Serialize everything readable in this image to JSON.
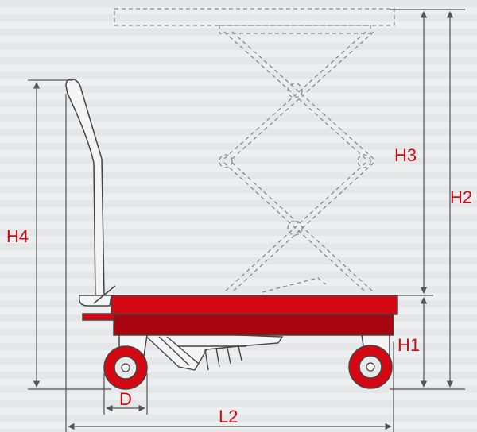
{
  "labels": {
    "h1": "H1",
    "h2": "H2",
    "h3": "H3",
    "h4": "H4",
    "d": "D",
    "l2": "L2"
  },
  "colors": {
    "background": "#eceef0",
    "stripe": "#e4e6e8",
    "body_red": "#d40712",
    "body_red_dark": "#a8050e",
    "outline": "#444444",
    "dashed": "#8a8a8a",
    "dimension_line": "#555555",
    "label": "#cc0a14",
    "handle_fill": "#f4f4f4",
    "wheel_rim": "#e8e8e8"
  }
}
